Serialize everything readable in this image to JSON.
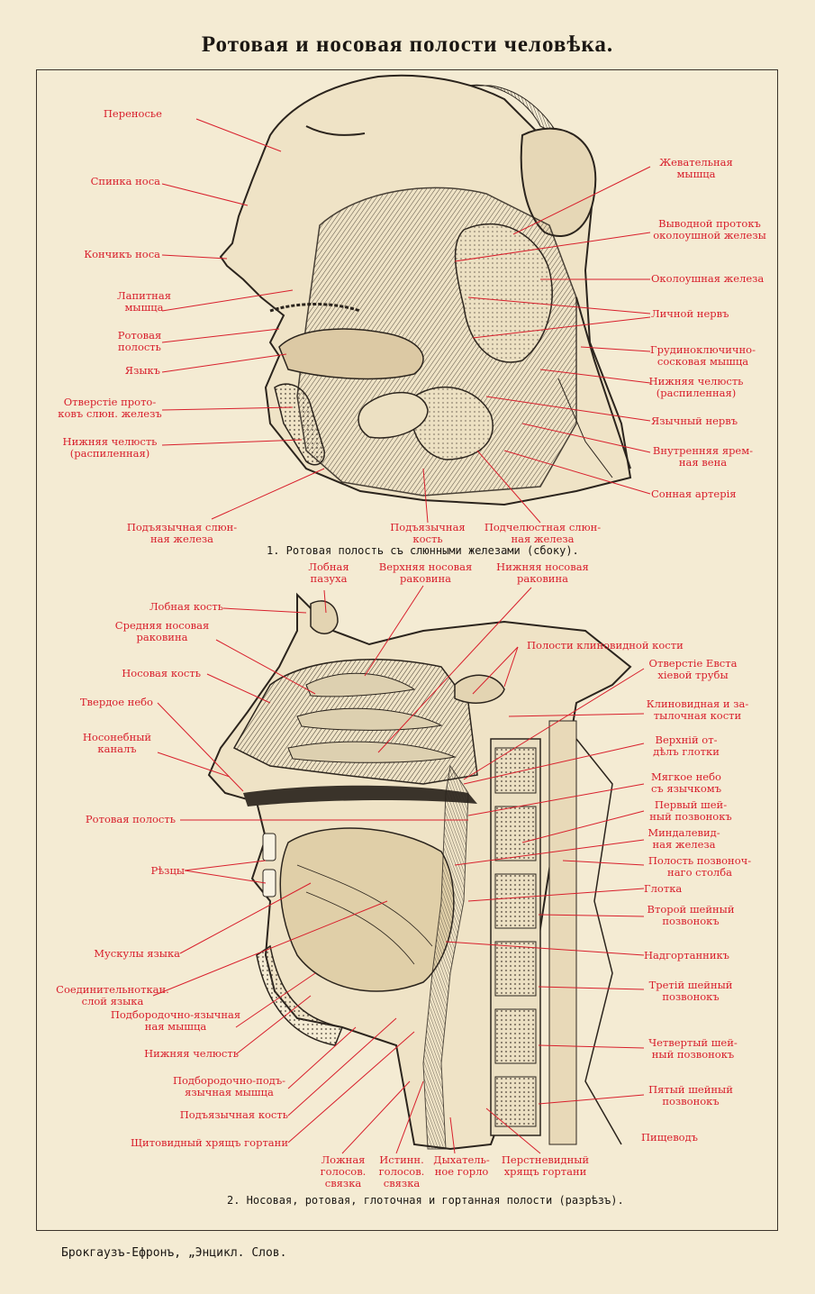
{
  "title": "Ротовая и носовая полости человѣка.",
  "figure1": {
    "caption": "1. Ротовая полость съ слюнными железами (сбоку).",
    "labels": {
      "perenosye": "Переносье",
      "spinka_nosa": "Спинка носа",
      "konchik_nosa": "Кончикъ носа",
      "lapitnaya_1": "Лапитная",
      "lapitnaya_2": "мышца",
      "rotovaya_1": "Ротовая",
      "rotovaya_2": "полость",
      "yazyk": "Языкъ",
      "otverstie_1": "Отверстіе прото-",
      "otverstie_2": "ковъ слюн. железъ",
      "nizh_chelyust_1": "Нижняя челюсть",
      "nizh_chelyust_2": "(распиленная)",
      "podyaz_zheleza_1": "Подъязычная слюн-",
      "podyaz_zheleza_2": "ная железа",
      "podyaz_kost_1": "Подъязычная",
      "podyaz_kost_2": "кость",
      "podchelyust_1": "Подчелюстная слюн-",
      "podchelyust_2": "ная железа",
      "zhevatel_1": "Жевательная",
      "zhevatel_2": "мышца",
      "vyvodnoy_1": "Выводной протокъ",
      "vyvodnoy_2": "околоушной железы",
      "okoloushnaya": "Околоушная железа",
      "lichnoy_nerv": "Личной нервъ",
      "grudino_1": "Грудиноключично-",
      "grudino_2": "сосковая мышца",
      "nizh_chel_r_1": "Нижняя челюсть",
      "nizh_chel_r_2": "(распиленная)",
      "yazychny_nerv": "Язычный нервъ",
      "vnutr_vena_1": "Внутренняя ярем-",
      "vnutr_vena_2": "ная вена",
      "sonnaya": "Сонная артерія"
    }
  },
  "figure2": {
    "caption": "2. Носовая, ротовая, глоточная и гортанная полости (разрѣзъ).",
    "labels": {
      "lobnaya_pazukha_1": "Лобная",
      "lobnaya_pazukha_2": "пазуха",
      "verkh_rakovina_1": "Верхняя носовая",
      "verkh_rakovina_2": "раковина",
      "nizh_rakovina_1": "Нижняя носовая",
      "nizh_rakovina_2": "раковина",
      "lobnaya_kost": "Лобная кость",
      "sred_rakovina_1": "Средняя носовая",
      "sred_rakovina_2": "раковина",
      "nosovaya_kost": "Носовая кость",
      "tverdoe_nebo": "Твердое небо",
      "nosonebny_1": "Носонебный",
      "nosonebny_2": "каналъ",
      "rotovaya_polost": "Ротовая полость",
      "reztsy": "Рѣзцы",
      "muskuly": "Мускулы языка",
      "soedinit_1": "Соединительноткан.",
      "soedinit_2": "слой языка",
      "podborod_yaz_1": "Подбородочно-язычная",
      "podborod_yaz_2": "ная мышца",
      "nizh_chelyust": "Нижняя челюсть",
      "podborod_pod_1": "Подбородочно-подъ-",
      "podborod_pod_2": "язычная мышца",
      "podyaz_kost": "Подъязычная кость",
      "shchitovidny": "Щитовидный хрящъ гортани",
      "lozhnaya_1": "Ложная",
      "lozhnaya_2": "голосов.",
      "lozhnaya_3": "связка",
      "istinn_1": "Истинн.",
      "istinn_2": "голосов.",
      "istinn_3": "связка",
      "dykhatel_1": "Дыхатель-",
      "dykhatel_2": "ное горло",
      "perstnevid_1": "Перстневидный",
      "perstnevid_2": "хрящъ гортани",
      "klinovid_polost": "Полости клиновидной кости",
      "evstakh_1": "Отверстіе Евста",
      "evstakh_2": "хіевой трубы",
      "klinovid_1": "Клиновидная и за-",
      "klinovid_2": "тылочная кости",
      "verkh_otdel_1": "Верхній от-",
      "verkh_otdel_2": "дѣлъ глотки",
      "myagkoe_1": "Мягкое небо",
      "myagkoe_2": "съ язычкомъ",
      "perv_pozv_1": "Первый шей-",
      "perv_pozv_2": "ный позвонокъ",
      "mindal_1": "Миндалевид-",
      "mindal_2": "ная железа",
      "polost_pozv_1": "Полость позвоноч-",
      "polost_pozv_2": "наго столба",
      "glotka": "Глотка",
      "vtor_pozv_1": "Второй шейный",
      "vtor_pozv_2": "позвонокъ",
      "nadgortannik": "Надгортанникъ",
      "tret_pozv_1": "Третій шейный",
      "tret_pozv_2": "позвонокъ",
      "chetv_pozv_1": "Четвертый шей-",
      "chetv_pozv_2": "ный позвонокъ",
      "pyat_pozv_1": "Пятый шейный",
      "pyat_pozv_2": "позвонокъ",
      "pishchevod": "Пищеводъ"
    }
  },
  "footer": "Брокгаузъ-Ефронъ, „Энцикл. Слов.",
  "colors": {
    "paper": "#f4ebd3",
    "label_red": "#d81f2c",
    "ink": "#1a1612",
    "tissue": "#e9dcc0"
  }
}
